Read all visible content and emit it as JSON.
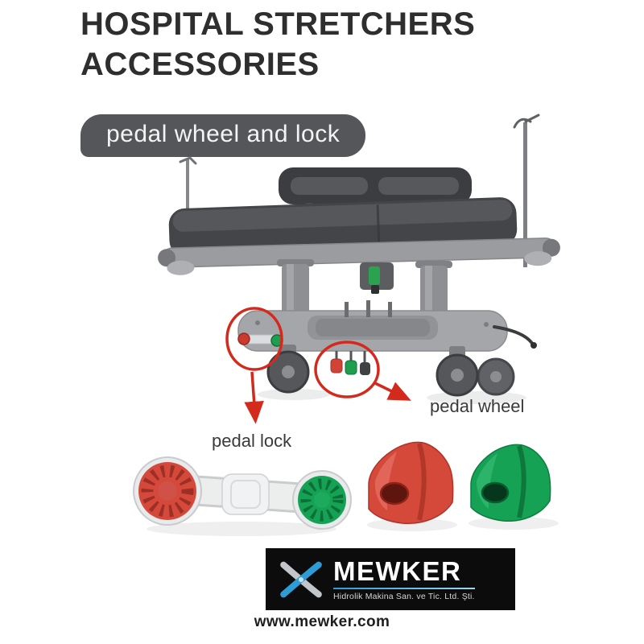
{
  "page": {
    "title_line1": "HOSPITAL STRETCHERS",
    "title_line2": "ACCESSORIES",
    "bubble_label": "pedal wheel and lock",
    "callouts": {
      "pedal_wheel": "pedal wheel",
      "pedal_lock": "pedal lock"
    },
    "footer": {
      "brand": "MEWKER",
      "brand_subtitle": "Hidrolik Makina San. ve Tic. Ltd. Şti.",
      "website": "www.mewker.com"
    },
    "colors": {
      "accent_red": "#d42a1e",
      "pedal_red": "#d5493b",
      "pedal_green": "#15a254",
      "bubble_bg": "#54565a",
      "logo_blue": "#2d9bd6",
      "logo_bg": "#0c0c0c"
    }
  }
}
